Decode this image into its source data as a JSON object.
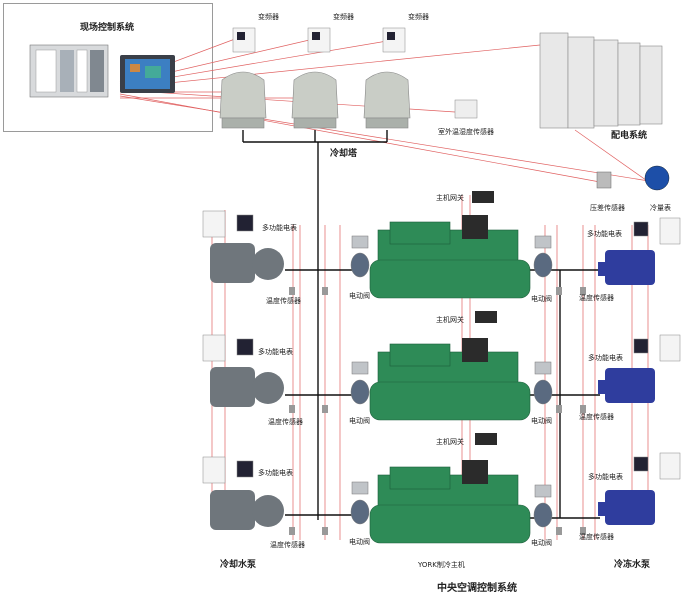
{
  "title": "中央空调控制系统",
  "control_system": "现场控制系统",
  "cooling_tower": "冷却塔",
  "inverter": "变频器",
  "outdoor_sensor": "室外温湿度传感器",
  "power_distribution": "配电系统",
  "pressure_sensor": "压差传感器",
  "flow_meter": "冷量表",
  "chiller_switch": "主机网关",
  "multi_meter": "多功能电表",
  "temp_sensor": "温度传感器",
  "electric_valve": "电动阀",
  "cooling_pump": "冷却水泵",
  "chiller": "YORK制冷主机",
  "chilled_pump": "冷冻水泵",
  "colors": {
    "signal_line": "#e06060",
    "pipe": "#111111",
    "chiller_body": "#2e8b57",
    "pump_gray": "#6f767c",
    "pump_blue": "#2f3d9e",
    "tower": "#c9cdc6"
  }
}
